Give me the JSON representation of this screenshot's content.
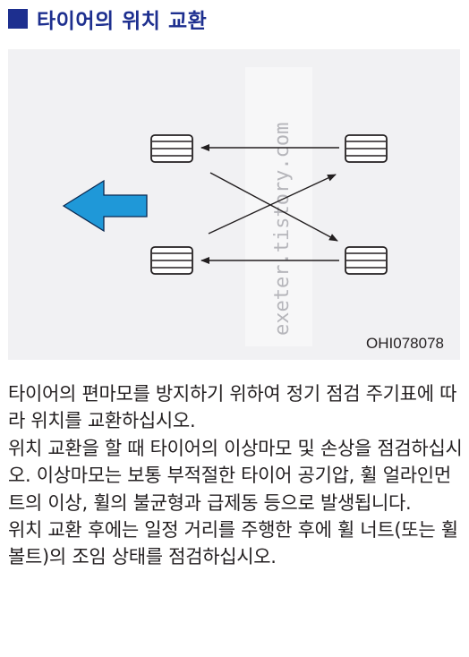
{
  "heading": {
    "title": "타이어의 위치 교환"
  },
  "figure": {
    "code": "OHI078078",
    "watermark": "exeter.tistory.com",
    "accent_color": "#1f98d8"
  },
  "body": {
    "p1": "타이어의 편마모를 방지하기 위하여 정기 점검 주기표에 따라 위치를 교환하십시오.",
    "p2": "위치 교환을 할 때 타이어의 이상마모 및 손상을 점검하십시오. 이상마모는 보통 부적절한 타이어 공기압, 휠 얼라인먼트의 이상, 휠의 불균형과 급제동 등으로 발생됩니다.",
    "p3": "위치 교환 후에는 일정 거리를 주행한 후에 휠 너트(또는 휠 볼트)의 조임 상태를 점검하십시오."
  }
}
